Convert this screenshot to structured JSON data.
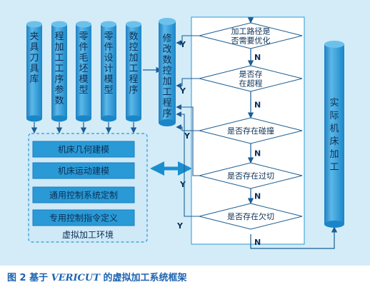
{
  "caption": {
    "number": "图 2",
    "prefix": "基于",
    "software": "VERICUT",
    "suffix": "的虚拟加工系统框架"
  },
  "inputs": [
    {
      "id": "fixtures",
      "label": "夹具刀具库"
    },
    {
      "id": "process-params",
      "label": "程加工工序参数"
    },
    {
      "id": "blank-model",
      "label": "零件毛坯模型"
    },
    {
      "id": "part-design-model",
      "label": "零件设计模型"
    },
    {
      "id": "nc-program",
      "label": "数控加工程序"
    }
  ],
  "modify_program": "修改数控加工程序",
  "environment": {
    "title": "虚拟加工环境",
    "modules": [
      "机床几何建模",
      "机床运动建模",
      "通用控制系统定制",
      "专用控制指令定义"
    ]
  },
  "decisions": [
    {
      "id": "optimize",
      "label": [
        "加工路径是",
        "否需要优化"
      ]
    },
    {
      "id": "overtravel",
      "label": [
        "是否存",
        "在超程"
      ]
    },
    {
      "id": "collision",
      "label": [
        "是否存在碰撞"
      ]
    },
    {
      "id": "overcut",
      "label": [
        "是否存在过切"
      ]
    },
    {
      "id": "undercut",
      "label": [
        "是否存在欠切"
      ]
    }
  ],
  "yes_label": "Y",
  "no_label": "N",
  "actual_machining": "实际机床加工",
  "colors": {
    "panel": "#d3ecf8",
    "cylinder": "#1a8fd0",
    "cylinder_light": "#5bb6e6",
    "module_box": "#2a9ad6",
    "text": "#0b2f55",
    "arrow": "#1c5e93",
    "caption": "#1d63b0"
  }
}
